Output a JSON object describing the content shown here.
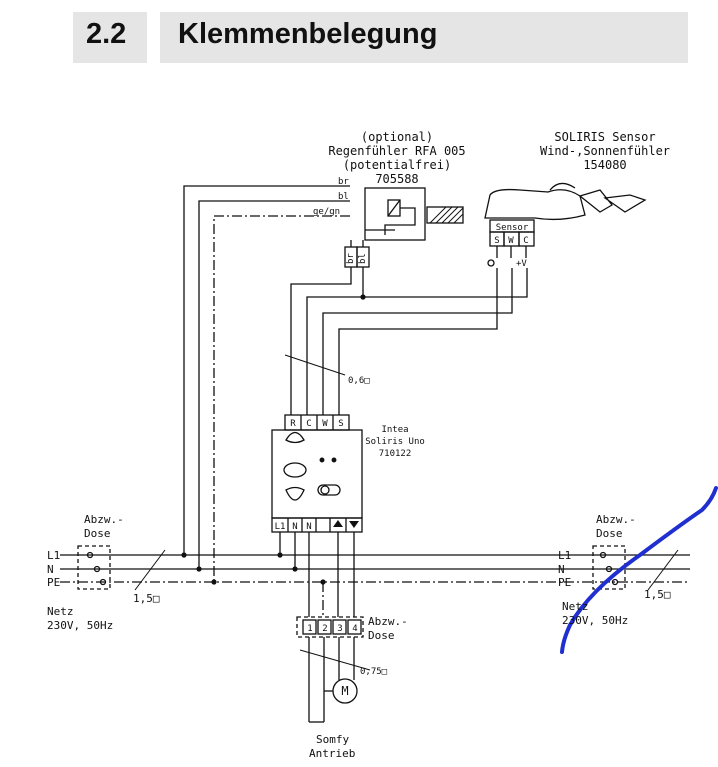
{
  "header": {
    "number": "2.2",
    "title": "Klemmenbelegung"
  },
  "rain_sensor": {
    "line1": "(optional)",
    "line2": "Regenfühler RFA 005",
    "line3": "(potentialfrei)",
    "line4": "705588",
    "wire_br": "br",
    "wire_bl": "bl",
    "wire_gegn": "ge/gn",
    "pin_br": "br",
    "pin_bl": "bl"
  },
  "soliris_sensor": {
    "line1": "SOLIRIS Sensor",
    "line2": "Wind-,Sonnenfühler",
    "line3": "154080",
    "label": "Sensor",
    "terminals": [
      "S",
      "W",
      "C"
    ],
    "sym_plus": "+V"
  },
  "cable_upper": "0,6□",
  "control": {
    "line1": "Intea",
    "line2": "Soliris Uno",
    "line3": "710122",
    "top_terminals": [
      "R",
      "C",
      "W",
      "S"
    ],
    "bottom_terminals": [
      "L1",
      "N",
      "N",
      "▲",
      "▼"
    ]
  },
  "left_box": {
    "line1": "Abzw.-",
    "line2": "Dose"
  },
  "right_box": {
    "line1": "Abzw.-",
    "line2": "Dose"
  },
  "lines": [
    "L1",
    "N",
    "PE"
  ],
  "cable_mains_left": "1,5□",
  "cable_mains_right": "1,5□",
  "netz_left": {
    "line1": "Netz",
    "line2": "230V, 50Hz"
  },
  "netz_right": {
    "line1": "Netz",
    "line2": "230V, 50Hz"
  },
  "motor_box": {
    "terminals": [
      "1",
      "2",
      "3",
      "4"
    ],
    "line1": "Abzw.-",
    "line2": "Dose"
  },
  "cable_motor": "0,75□",
  "motor_symbol": "M",
  "motor_label": {
    "line1": "Somfy",
    "line2": "Antrieb"
  },
  "colors": {
    "header_bg": "#e5e5e5",
    "ink": "#111111",
    "annotation_pen": "#1f2fd0"
  }
}
